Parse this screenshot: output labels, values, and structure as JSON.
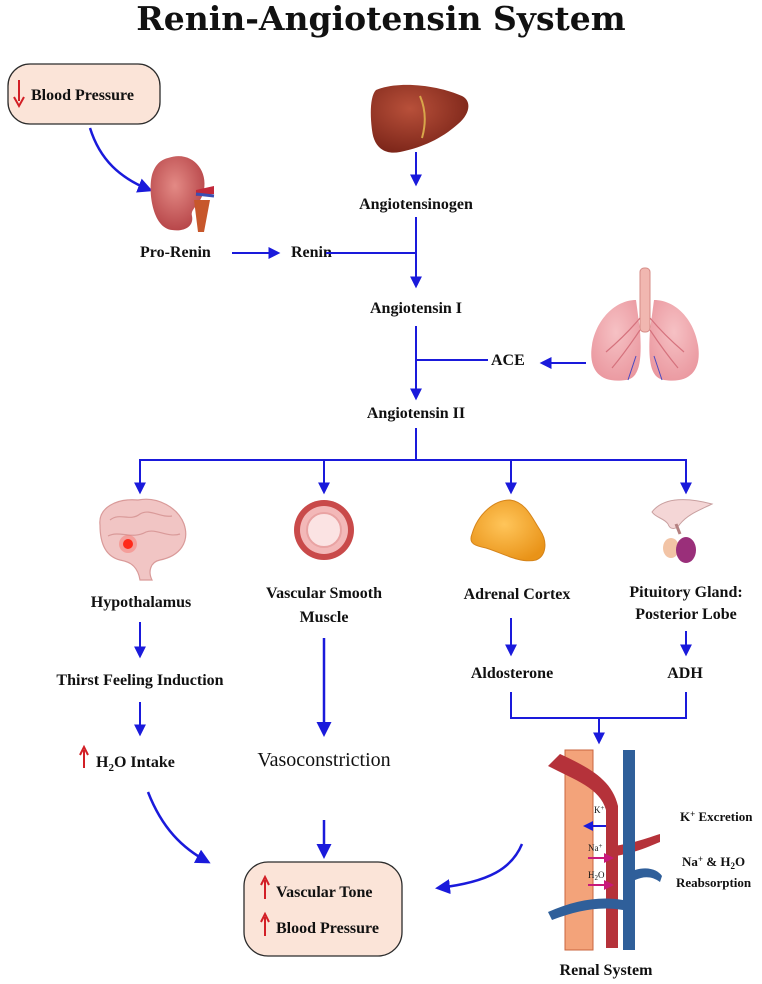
{
  "title": "Renin-Angiotensin System",
  "start_box": {
    "label": "Blood Pressure"
  },
  "nodes": {
    "pro_renin": "Pro-Renin",
    "renin": "Renin",
    "angiotensinogen": "Angiotensinogen",
    "angiotensin_i": "Angiotensin I",
    "ace": "ACE",
    "angiotensin_ii": "Angiotensin II",
    "hypothalamus": "Hypothalamus",
    "vascular_smooth_muscle_line1": "Vascular Smooth",
    "vascular_smooth_muscle_line2": "Muscle",
    "adrenal_cortex": "Adrenal Cortex",
    "pituitary_line1": "Pituitory Gland:",
    "pituitary_line2": "Posterior Lobe",
    "thirst": "Thirst Feeling Induction",
    "h2o_intake_pre": "H",
    "h2o_intake_sub": "2",
    "h2o_intake_post": "O Intake",
    "aldosterone": "Aldosterone",
    "adh": "ADH",
    "vasoconstriction": "Vasoconstriction",
    "renal_system": "Renal System"
  },
  "renal_labels": {
    "k_excretion_pre": "K",
    "k_excretion_sup": "+",
    "k_excretion_post": " Excretion",
    "na_line1_a": "Na",
    "na_line1_sup": "+",
    "na_line1_b": " & H",
    "na_line1_sub": "2",
    "na_line1_c": "O",
    "na_line2": "Reabsorption",
    "ion_k": "K",
    "ion_k_sup": "+",
    "ion_na": "Na",
    "ion_na_sup": "+",
    "ion_h2o_a": "H",
    "ion_h2o_sub": "2",
    "ion_h2o_b": "O"
  },
  "result_box": {
    "line1": "Vascular Tone",
    "line2": "Blood Pressure"
  },
  "colors": {
    "arrow": "#1a1adb",
    "up_down_arrow": "#d21f26",
    "box_fill": "#fbe4d8",
    "box_stroke": "#2b2b2b",
    "ion_arrow": "#c8197a"
  }
}
